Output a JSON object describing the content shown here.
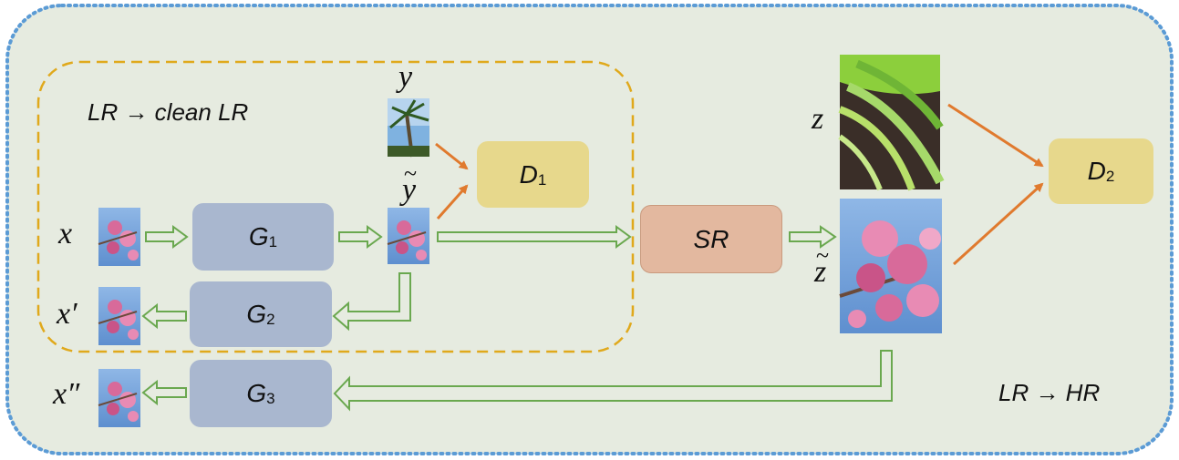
{
  "regions": {
    "lr_to_clean": "LR → clean LR",
    "lr_to_hr": "LR → HR"
  },
  "blocks": {
    "g1": {
      "name": "G",
      "sub": "1"
    },
    "g2": {
      "name": "G",
      "sub": "2"
    },
    "g3": {
      "name": "G",
      "sub": "3"
    },
    "d1": {
      "name": "D",
      "sub": "1"
    },
    "d2": {
      "name": "D",
      "sub": "2"
    },
    "sr": {
      "name": "SR"
    }
  },
  "variables": {
    "x": "x",
    "x_prime": "x′",
    "x_dprime": "x″",
    "y": "y",
    "y_tilde": "y",
    "z": "z",
    "z_tilde": "z",
    "tilde": "~"
  },
  "colors": {
    "background": "#e6ebe0",
    "outer_border": "#5b9bd5",
    "inner_border": "#e0a91c",
    "data_arrow": "#6aa84f",
    "disc_arrow": "#e07a2e",
    "generator": "#a9b7cf",
    "discriminator": "#e7d88c",
    "sr_block": "#e3b89f"
  }
}
